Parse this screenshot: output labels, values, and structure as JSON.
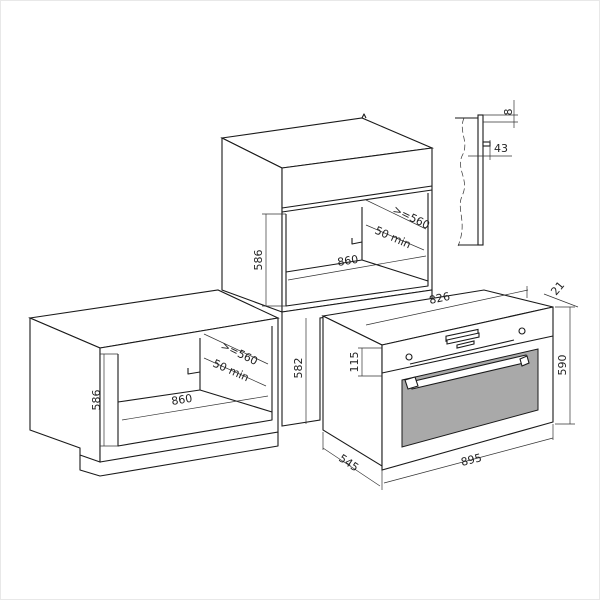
{
  "dimensions": {
    "upper_niche": {
      "height": "586",
      "depth": ">=560",
      "gap": "50 min",
      "width": "860"
    },
    "lower_niche": {
      "height": "586",
      "depth": ">=560",
      "gap": "50 min",
      "width": "860"
    },
    "column_height": "582",
    "oven": {
      "top_width": "826",
      "panel_height": "115",
      "front_width": "895",
      "height": "590",
      "depth": "545",
      "front_thickness": "21"
    },
    "detail": {
      "top_offset": "8",
      "handle_depth": "43"
    }
  },
  "colors": {
    "line": "#1a1a1a",
    "glass": "#a9a9a9"
  }
}
